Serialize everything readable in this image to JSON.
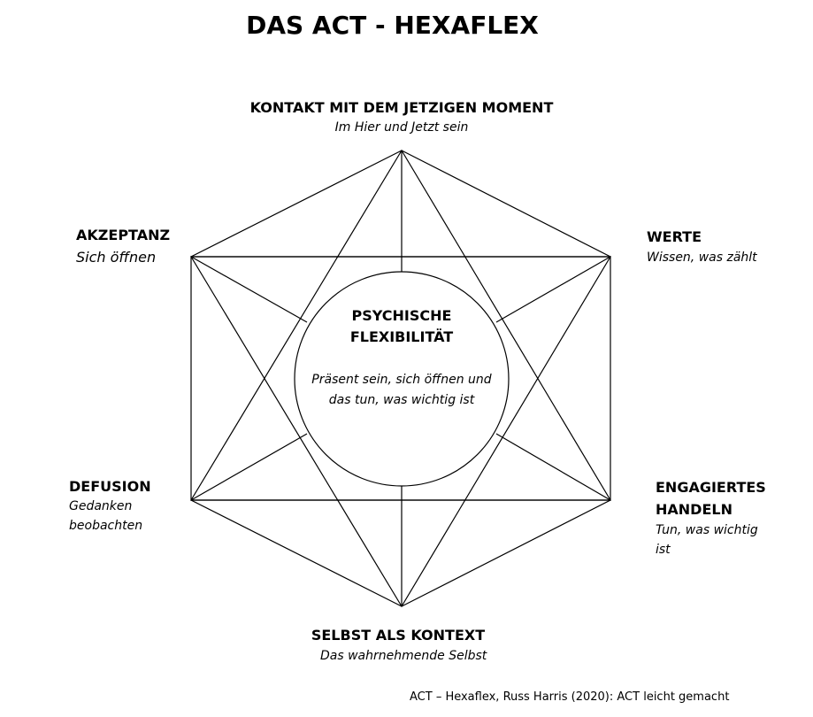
{
  "title": "DAS ACT - HEXAFLEX",
  "center": {
    "heading_line1": "PSYCHISCHE",
    "heading_line2": "FLEXIBILITÄT",
    "sub_line1": "Präsent sein, sich öffnen und",
    "sub_line2": "das tun, was wichtig ist"
  },
  "nodes": {
    "top": {
      "heading": "KONTAKT MIT DEM JETZIGEN MOMENT",
      "sub": "Im Hier und Jetzt sein"
    },
    "upper_left": {
      "heading": "AKZEPTANZ",
      "sub": "Sich öffnen"
    },
    "upper_right": {
      "heading": "WERTE",
      "sub": "Wissen, was zählt"
    },
    "lower_left": {
      "heading": "DEFUSION",
      "sub_line1": "Gedanken",
      "sub_line2": "beobachten"
    },
    "lower_right": {
      "heading_line1": "ENGAGIERTES",
      "heading_line2": "HANDELN",
      "sub_line1": "Tun, was wichtig",
      "sub_line2": "ist"
    },
    "bottom": {
      "heading": "SELBST ALS KONTEXT",
      "sub": "Das wahrnehmende Selbst"
    }
  },
  "citation": "ACT – Hexaflex, Russ Harris (2020): ACT leicht gemacht"
}
